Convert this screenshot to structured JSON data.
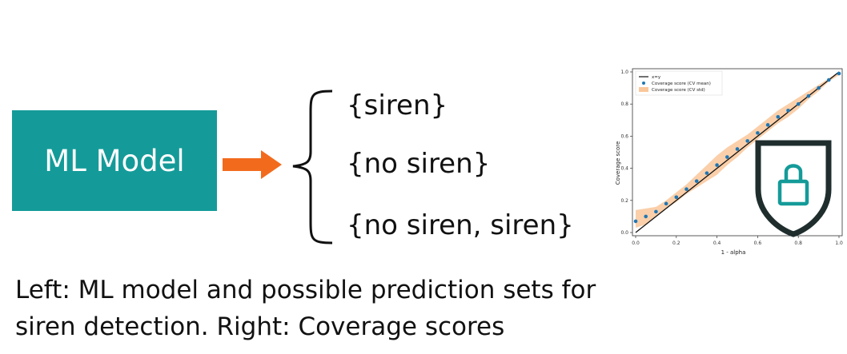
{
  "model": {
    "label": "ML Model",
    "fill": "#149b99"
  },
  "arrow_color": "#f26b1d",
  "prediction_sets": [
    "{siren}",
    "{no siren}",
    "{no siren, siren}"
  ],
  "caption": {
    "line1": "Left: ML model and possible prediction sets for",
    "line2": "siren detection. Right: Coverage scores"
  },
  "lock_icon_color": "#149b99",
  "chart_data": {
    "type": "scatter",
    "xlabel": "1 - alpha",
    "ylabel": "Coverage score",
    "xlim": [
      0,
      1.0
    ],
    "ylim": [
      0,
      1.0
    ],
    "xticks": [
      "0.0",
      "0.2",
      "0.4",
      "0.6",
      "0.8",
      "1.0"
    ],
    "yticks": [
      "0.0",
      "0.2",
      "0.4",
      "0.6",
      "0.8",
      "1.0"
    ],
    "grid": false,
    "legend_placement": "top-left",
    "legend": [
      "x=y",
      "Coverage score (CV mean)",
      "Coverage score (CV std)"
    ],
    "series": [
      {
        "name": "x=y",
        "kind": "line",
        "color": "#111111"
      },
      {
        "name": "Coverage score (CV mean)",
        "kind": "points",
        "color": "#1f77b4",
        "x": [
          0.0,
          0.05,
          0.1,
          0.15,
          0.2,
          0.25,
          0.3,
          0.35,
          0.4,
          0.45,
          0.5,
          0.55,
          0.6,
          0.65,
          0.7,
          0.75,
          0.8,
          0.85,
          0.9,
          0.95,
          1.0
        ],
        "y": [
          0.07,
          0.1,
          0.13,
          0.18,
          0.22,
          0.27,
          0.32,
          0.37,
          0.42,
          0.47,
          0.52,
          0.57,
          0.62,
          0.67,
          0.72,
          0.76,
          0.8,
          0.85,
          0.9,
          0.95,
          0.99
        ]
      },
      {
        "name": "Coverage score (CV std)",
        "kind": "band",
        "color": "#f9c79a",
        "x": [
          0.0,
          0.05,
          0.1,
          0.15,
          0.2,
          0.25,
          0.3,
          0.35,
          0.4,
          0.45,
          0.5,
          0.55,
          0.6,
          0.65,
          0.7,
          0.75,
          0.8,
          0.85,
          0.9,
          0.95,
          1.0
        ],
        "low": [
          0.03,
          0.05,
          0.1,
          0.15,
          0.19,
          0.24,
          0.28,
          0.32,
          0.36,
          0.42,
          0.47,
          0.53,
          0.58,
          0.63,
          0.68,
          0.72,
          0.77,
          0.83,
          0.88,
          0.94,
          0.98
        ],
        "high": [
          0.14,
          0.15,
          0.16,
          0.2,
          0.25,
          0.3,
          0.36,
          0.42,
          0.48,
          0.53,
          0.57,
          0.61,
          0.66,
          0.71,
          0.76,
          0.8,
          0.84,
          0.88,
          0.92,
          0.96,
          1.0
        ]
      }
    ]
  }
}
